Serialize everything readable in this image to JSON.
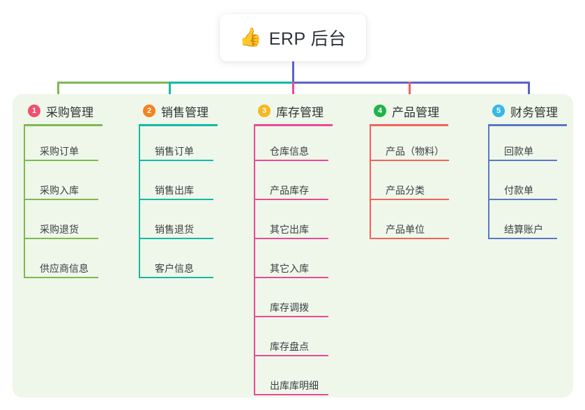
{
  "root": {
    "icon": "thumbs-up-icon",
    "emoji": "👍",
    "title": "ERP 后台"
  },
  "colors": {
    "panel_bg": "#eef7e9",
    "root_stem": "#5b62c8",
    "green": "#7fb850",
    "teal": "#14b8a6",
    "pink": "#ec4899",
    "red": "#f4615c",
    "blue": "#5b62c8"
  },
  "columns": [
    {
      "index": "1",
      "badge_color": "#f0506e",
      "rule_color": "#7fb850",
      "title": "采购管理",
      "items": [
        "采购订单",
        "采购入库",
        "采购退货",
        "供应商信息"
      ]
    },
    {
      "index": "2",
      "badge_color": "#f5821f",
      "rule_color": "#14b8a6",
      "title": "销售管理",
      "items": [
        "销售订单",
        "销售出库",
        "销售退货",
        "客户信息"
      ]
    },
    {
      "index": "3",
      "badge_color": "#f5b820",
      "rule_color": "#ec4899",
      "title": "库存管理",
      "items": [
        "仓库信息",
        "产品库存",
        "其它出库",
        "其它入库",
        "库存调拨",
        "库存盘点",
        "出库库明细"
      ]
    },
    {
      "index": "4",
      "badge_color": "#22b24c",
      "rule_color": "#f4615c",
      "title": "产品管理",
      "items": [
        "产品（物料）",
        "产品分类",
        "产品单位"
      ]
    },
    {
      "index": "5",
      "badge_color": "#35b8e8",
      "rule_color": "#5b77c8",
      "title": "财务管理",
      "items": [
        "回款单",
        "付款单",
        "结算账户"
      ]
    }
  ]
}
